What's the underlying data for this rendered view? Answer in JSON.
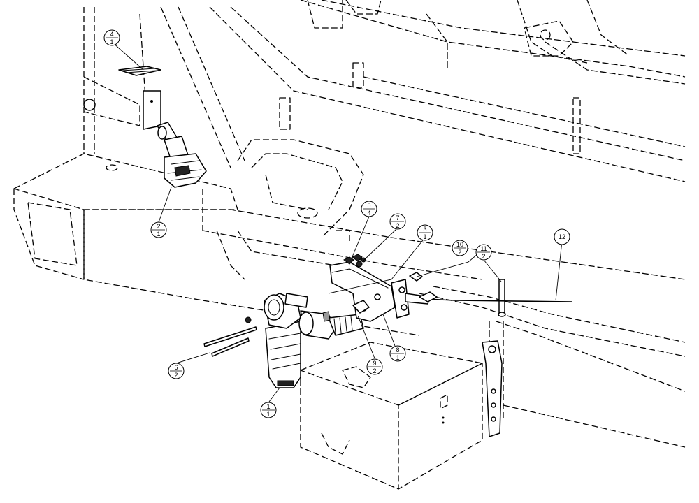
{
  "diagram": {
    "balloons": [
      {
        "id": "4",
        "top": "4",
        "bottom": "1"
      },
      {
        "id": "2",
        "top": "2",
        "bottom": "1"
      },
      {
        "id": "5",
        "top": "5",
        "bottom": "4"
      },
      {
        "id": "7",
        "top": "7",
        "bottom": "2"
      },
      {
        "id": "3",
        "top": "3",
        "bottom": "1"
      },
      {
        "id": "10",
        "top": "10",
        "bottom": "2"
      },
      {
        "id": "11",
        "top": "11",
        "bottom": "2"
      },
      {
        "id": "12",
        "top": "12",
        "bottom": ""
      },
      {
        "id": "8",
        "top": "8",
        "bottom": "1"
      },
      {
        "id": "9",
        "top": "9",
        "bottom": "2"
      },
      {
        "id": "6",
        "top": "6",
        "bottom": "2"
      },
      {
        "id": "1",
        "top": "1",
        "bottom": "1"
      }
    ]
  }
}
